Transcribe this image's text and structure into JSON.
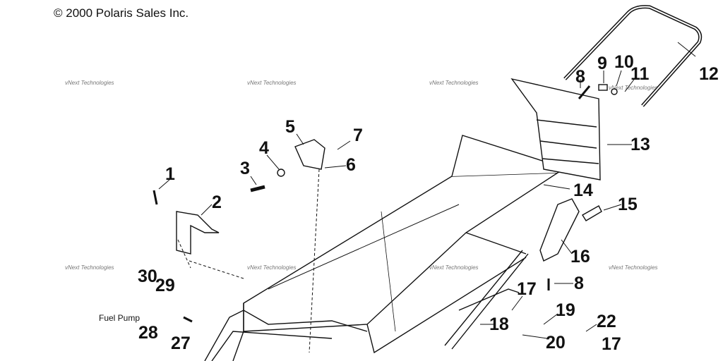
{
  "copyright": "© 2000 Polaris Sales Inc.",
  "watermark": "vNext Technologies",
  "note": "Fuel Pump",
  "callouts": [
    "1",
    "2",
    "3",
    "4",
    "5",
    "6",
    "7",
    "8",
    "9",
    "10",
    "11",
    "12",
    "13",
    "14",
    "15",
    "16",
    "8",
    "17",
    "18",
    "19",
    "20",
    "22",
    "17",
    "30",
    "29",
    "28",
    "27"
  ]
}
